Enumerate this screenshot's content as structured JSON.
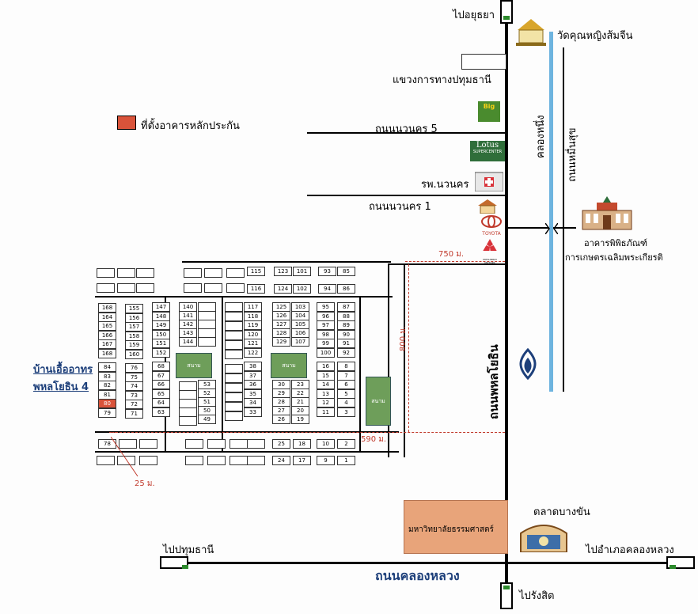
{
  "directions": {
    "north": "ไปอยุธยา",
    "south": "ไปรังสิต",
    "west": "ไปปทุมธานี",
    "east": "ไปอำเภอคลองหลวง"
  },
  "legend": {
    "label": "ที่ตั้งอาคารหลักประกัน",
    "color": "#d9533a"
  },
  "roads": {
    "main": "ถนนพหลโยธิน",
    "south": "ถนนคลองหลวง",
    "navanakorn5": "ถนนนวนคร 5",
    "navanakorn1": "ถนนนวนคร 1",
    "canal_road": "ถนนหมื่นสุข"
  },
  "canal": "คลองหนึ่ง",
  "landmarks": {
    "temple": "วัดคุณหญิงส้มจีน",
    "highway_office": "แขวงการทางปทุมธานี",
    "big_c": "Big",
    "lotus": "Lotus",
    "lotus_sub": "SUPERCENTER",
    "hospital": "รพ.นวนคร",
    "toyota": "TOYOTA",
    "mitsubishi": "MITSUBISHI MOTORS",
    "museum_line1": "อาคารพิพิธภัณฑ์",
    "museum_line2": "การเกษตรเฉลิมพระเกียรติ",
    "market": "ตลาดบางขัน",
    "university": "มหาวิทยาลัยธรรมศาสตร์"
  },
  "village": {
    "line1": "บ้านเอื้ออาทร",
    "line2": "พหลโยธิน 4"
  },
  "distances": {
    "d750": "750 ม.",
    "d800": "800 ม.",
    "d590": "590 ม.",
    "d25": "25 ม."
  },
  "park_label": "สนาม",
  "lots": {
    "colA": [
      "168",
      "164",
      "165",
      "166",
      "167",
      "168",
      "84",
      "83",
      "82",
      "81",
      "80",
      "79"
    ],
    "colB": [
      "155",
      "156",
      "157",
      "158",
      "159",
      "160",
      "76",
      "75",
      "74",
      "73",
      "72",
      "71"
    ],
    "colC": [
      "147",
      "148",
      "149",
      "150",
      "151",
      "152",
      "68",
      "67",
      "66",
      "65",
      "64",
      "63"
    ],
    "colD": [
      "140",
      "141",
      "142",
      "143",
      "144"
    ],
    "colE1": [
      "53",
      "52",
      "51",
      "50",
      "49"
    ],
    "colF": [
      "117",
      "118",
      "119",
      "120",
      "121",
      "122",
      "38",
      "37",
      "36",
      "35",
      "34",
      "33"
    ],
    "topF": [
      "115",
      "116"
    ],
    "colG": [
      "125",
      "126",
      "127",
      "128",
      "129",
      "30",
      "29",
      "28",
      "27",
      "26"
    ],
    "colH": [
      "103",
      "104",
      "105",
      "106",
      "107",
      "23",
      "22",
      "21",
      "20",
      "19"
    ],
    "topG": [
      "123",
      "124"
    ],
    "topH": [
      "101",
      "102"
    ],
    "colI": [
      "95",
      "96",
      "97",
      "98",
      "99",
      "100",
      "16",
      "15",
      "14",
      "13",
      "12",
      "11"
    ],
    "colJ": [
      "87",
      "88",
      "89",
      "90",
      "91",
      "92",
      "8",
      "7",
      "6",
      "5",
      "4",
      "3"
    ],
    "topI": [
      "93",
      "94"
    ],
    "topJ": [
      "85",
      "86"
    ],
    "bottom": [
      "78",
      "25",
      "18",
      "24",
      "17",
      "10",
      "2",
      "9",
      "1"
    ]
  }
}
